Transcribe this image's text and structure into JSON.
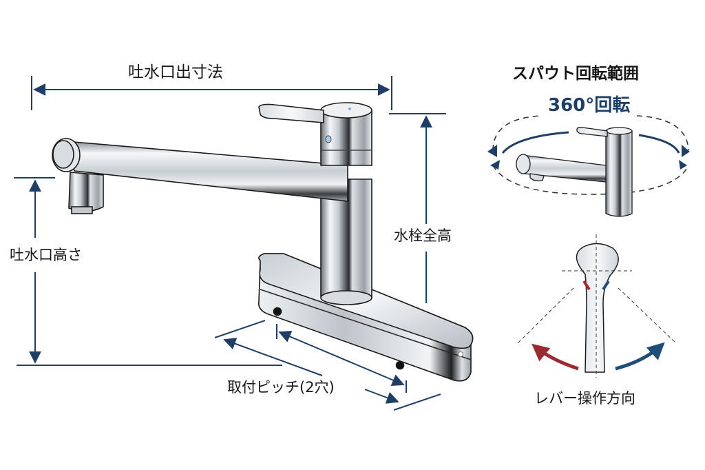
{
  "diagram": {
    "subject": "Single-lever kitchen faucet (deck-mounted, 2-hole)",
    "colors": {
      "dimension_line": "#1f3e66",
      "hot": "#9b2b30",
      "cold": "#1f4d78",
      "text": "#161616"
    }
  },
  "dimensions": {
    "spout_reach": {
      "label": "吐水口出寸法"
    },
    "spout_height": {
      "label": "吐水口高さ"
    },
    "total_height": {
      "label": "水栓全高"
    },
    "mounting_pitch": {
      "label": "取付ピッチ(2穴)"
    }
  },
  "spout_rotation": {
    "title": "スパウト回転範囲",
    "value": "360°回転"
  },
  "lever": {
    "title": "レバー操作方向"
  }
}
